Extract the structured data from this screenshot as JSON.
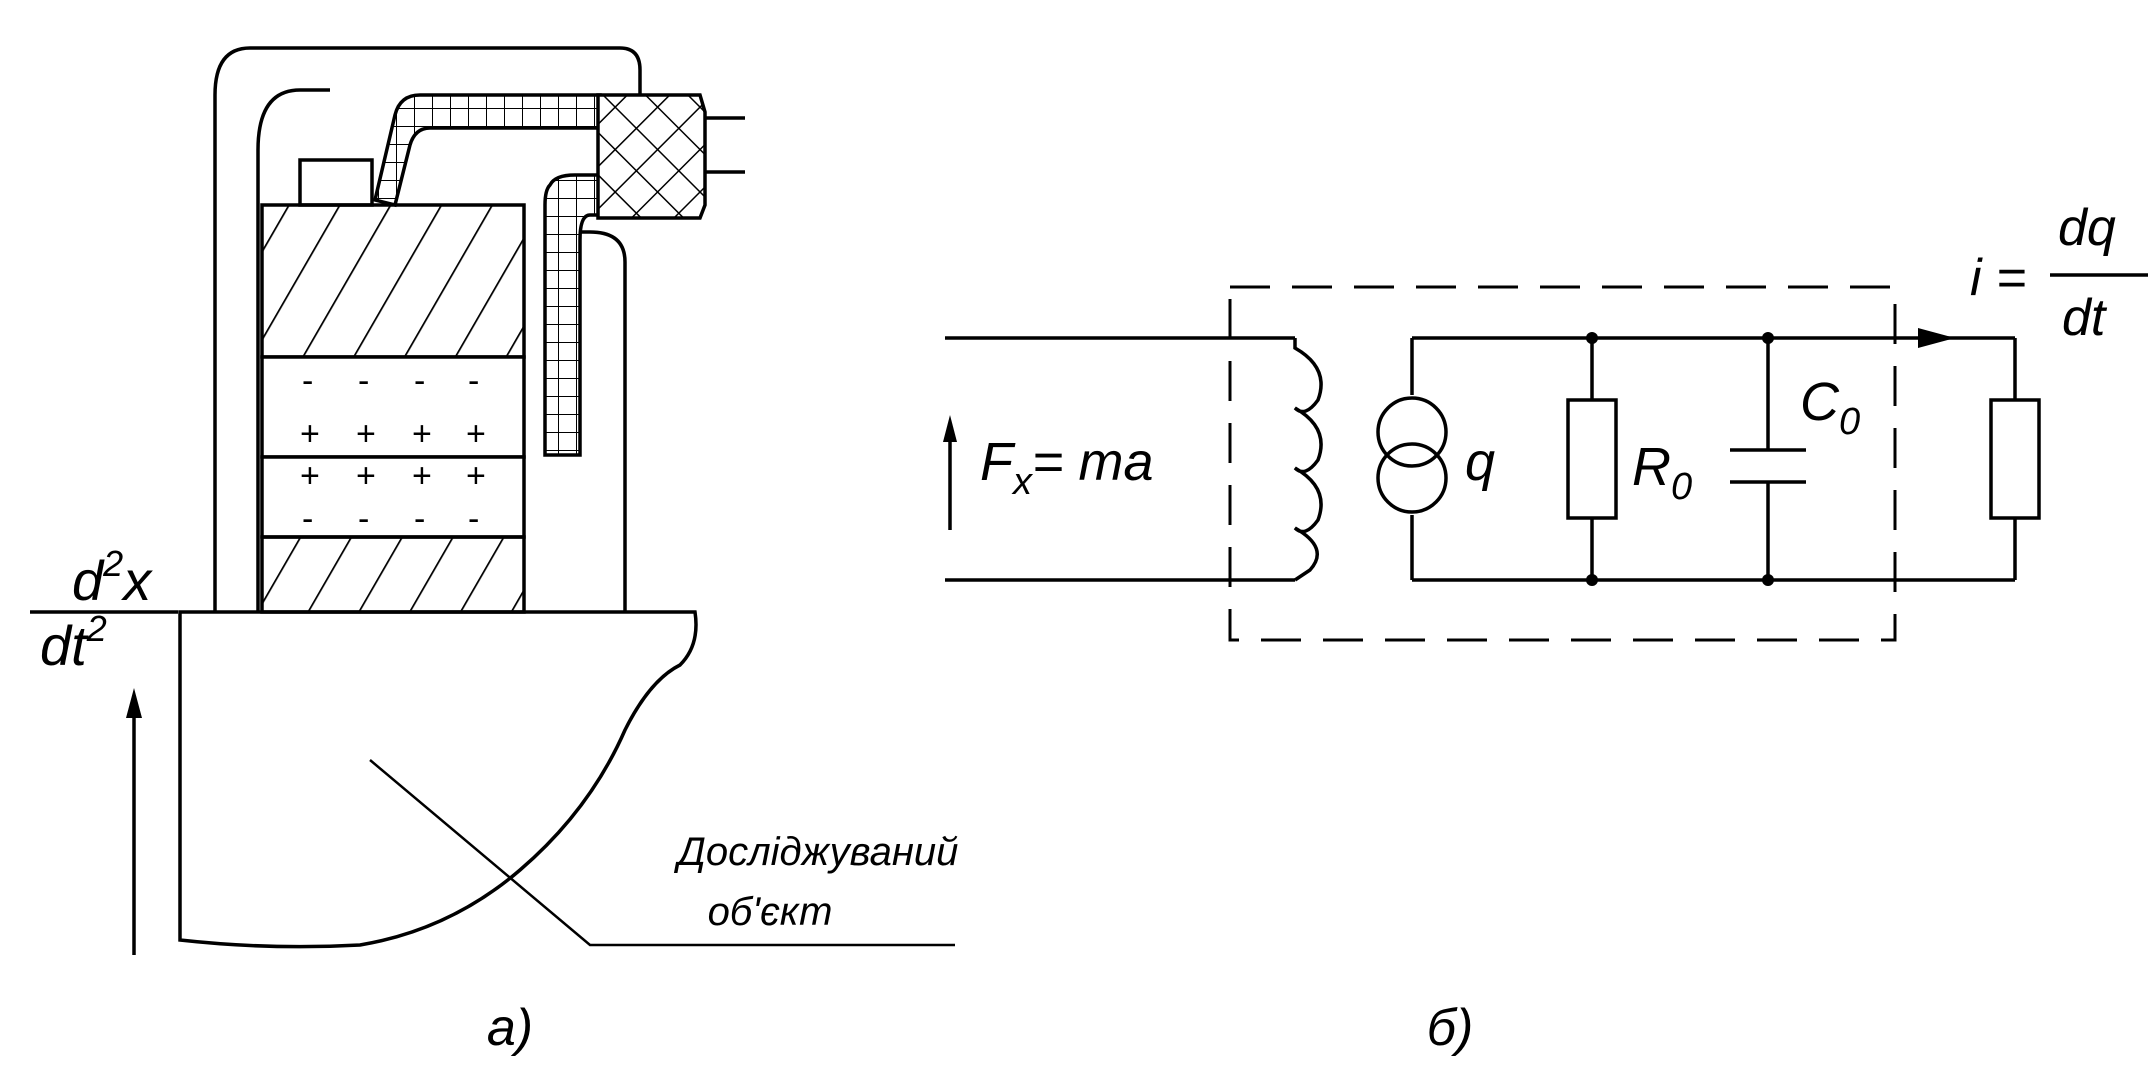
{
  "left_figure": {
    "accel_num_d": "d",
    "accel_num_exp": "2",
    "accel_num_x": "x",
    "accel_den_dt": "dt",
    "accel_den_exp": "2",
    "charges_minus": "-",
    "charges_plus": "+",
    "object_label_line1": "Досліджуваний",
    "object_label_line2": "об'єкт",
    "caption": "а)"
  },
  "right_figure": {
    "force_F": "F",
    "force_sub": "x",
    "force_rest": "= ma",
    "source_label": "q",
    "resistor_R": "R",
    "resistor_sub": "0",
    "capacitor_C": "C",
    "capacitor_sub": "0",
    "current_lhs": "i =",
    "current_num": "dq",
    "current_den": "dt",
    "caption": "б)"
  }
}
